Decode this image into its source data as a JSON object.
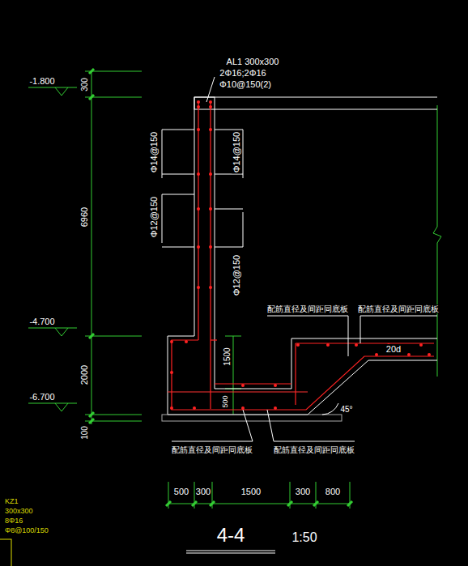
{
  "diagram": {
    "title": "4-4",
    "labels": [
      "-1.800",
      "300",
      "6960",
      "-4.700",
      "2000",
      "-6.700",
      "100",
      "AL1 300x300",
      "2Φ16;2Φ16",
      "Φ10@150(2)",
      "Φ14@150",
      "Φ14@150",
      "Φ12@150",
      "Φ12@150",
      "配筋直径及间距同底板",
      "配筋直径及间距同底板",
      "20d",
      "1500",
      "500",
      "45°",
      "配筋直径及间距同底板",
      "配筋直径及间距同底板",
      "500",
      "300",
      "1500",
      "300",
      "800",
      "1:50",
      "KZ1",
      "300x300",
      "8Φ16",
      "Φ8@100/150"
    ]
  }
}
